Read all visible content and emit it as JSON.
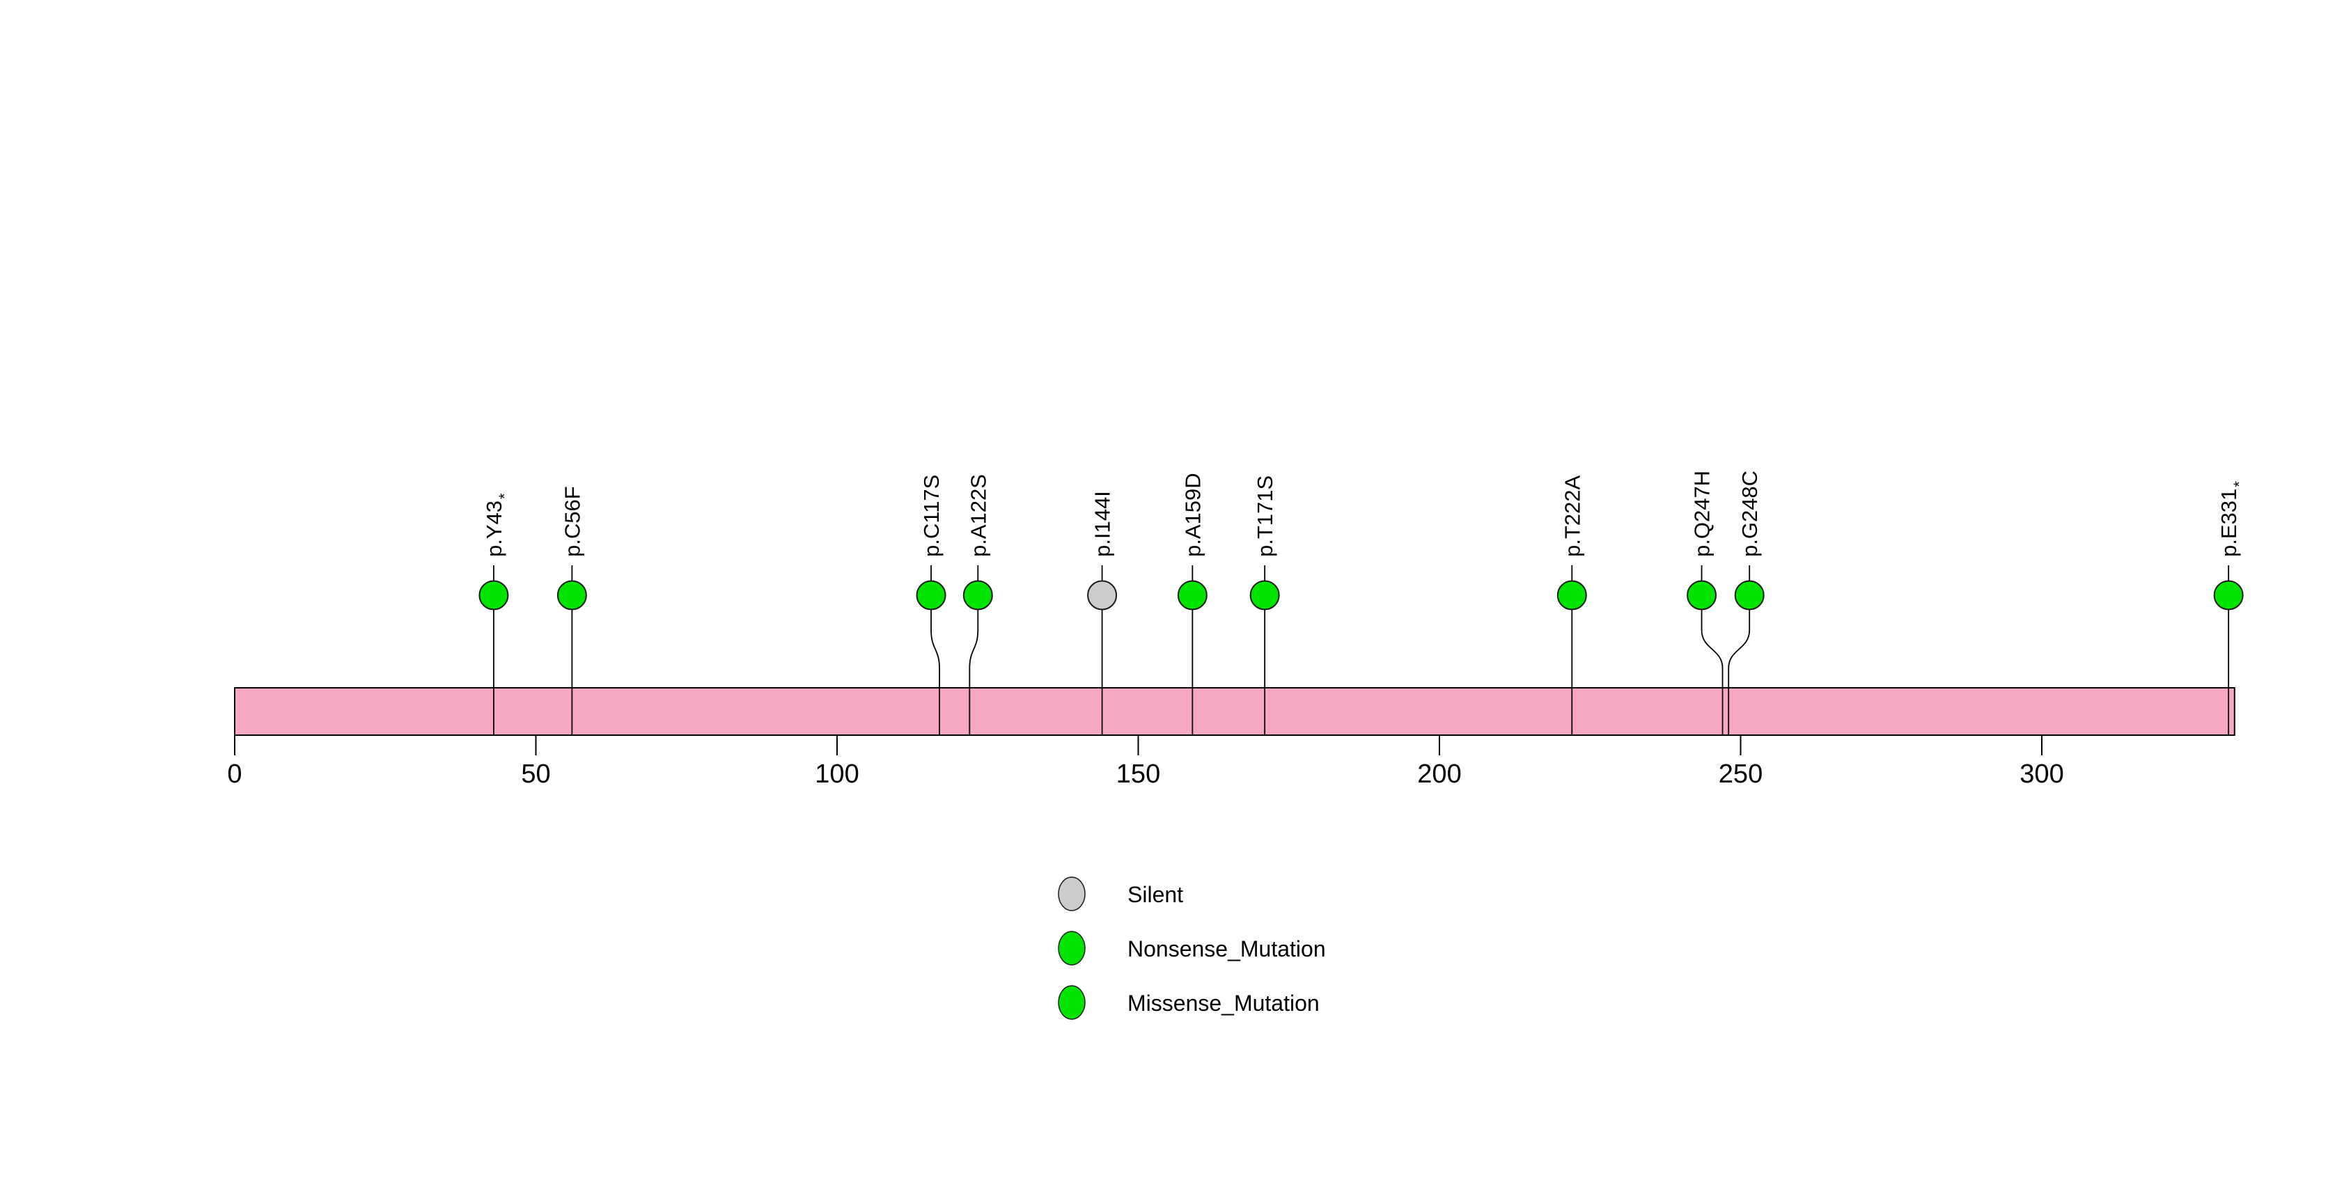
{
  "chart_data": {
    "type": "lollipop",
    "title": "",
    "xlabel": "",
    "ylabel": "",
    "axis": {
      "ticks": [
        0,
        50,
        100,
        150,
        200,
        250,
        300
      ],
      "xlim": [
        0,
        332
      ],
      "grid": false
    },
    "protein_bar": {
      "start": 0,
      "end": 332,
      "fill": "#F6A7C4",
      "border": "#000000"
    },
    "marker_colors": {
      "Silent": "#CCCCCC",
      "Nonsense_Mutation": "#00E400",
      "Missense_Mutation": "#00E400"
    },
    "mutations": [
      {
        "label": "p.Y43",
        "suffix": "*",
        "position": 43,
        "type": "Nonsense_Mutation",
        "label_offset": 0
      },
      {
        "label": "p.C56F",
        "suffix": "",
        "position": 56,
        "type": "Missense_Mutation",
        "label_offset": 0
      },
      {
        "label": "p.C117S",
        "suffix": "",
        "position": 117,
        "type": "Missense_Mutation",
        "label_offset": -12
      },
      {
        "label": "p.A122S",
        "suffix": "",
        "position": 122,
        "type": "Missense_Mutation",
        "label_offset": 12
      },
      {
        "label": "p.I144I",
        "suffix": "",
        "position": 144,
        "type": "Silent",
        "label_offset": 0
      },
      {
        "label": "p.A159D",
        "suffix": "",
        "position": 159,
        "type": "Missense_Mutation",
        "label_offset": 0
      },
      {
        "label": "p.T171S",
        "suffix": "",
        "position": 171,
        "type": "Missense_Mutation",
        "label_offset": 0
      },
      {
        "label": "p.T222A",
        "suffix": "",
        "position": 222,
        "type": "Missense_Mutation",
        "label_offset": 0
      },
      {
        "label": "p.Q247H",
        "suffix": "",
        "position": 247,
        "type": "Missense_Mutation",
        "label_offset": -30
      },
      {
        "label": "p.G248C",
        "suffix": "",
        "position": 248,
        "type": "Missense_Mutation",
        "label_offset": 30
      },
      {
        "label": "p.E331",
        "suffix": "*",
        "position": 331,
        "type": "Nonsense_Mutation",
        "label_offset": 0
      }
    ],
    "legend": {
      "position": "bottom-center",
      "entries": [
        {
          "label": "Silent",
          "color": "#CCCCCC"
        },
        {
          "label": "Nonsense_Mutation",
          "color": "#00E400"
        },
        {
          "label": "Missense_Mutation",
          "color": "#00E400"
        }
      ]
    }
  }
}
